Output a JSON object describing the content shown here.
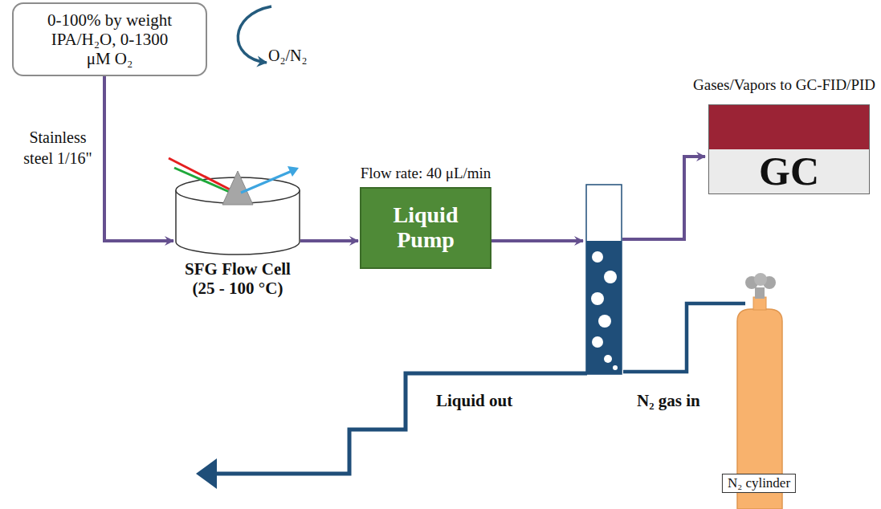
{
  "diagram": {
    "nodes": [
      {
        "text": [
          "0-100% by weight IPA/H₂O, 0-1300 μM O₂"
        ]
      },
      {
        "text": [
          "SFG Flow Cell (25 - 100 °C)"
        ]
      },
      {
        "text": [
          "Flow rate: 40 μL/min",
          "Liquid Pump"
        ]
      },
      {
        "text": [
          "Gases/Vapors to GC-FID/PID",
          "GC"
        ]
      },
      {
        "text": [
          "N₂ cylinder"
        ]
      }
    ],
    "edges": [
      {
        "from": 0,
        "to": 1,
        "arrow": "to"
      },
      {
        "from": 1,
        "to": 2,
        "arrow": "to"
      }
    ],
    "labels": [
      "Stainless steel 1/16\"",
      "O₂/N₂",
      "Liquid out",
      "N₂ gas in"
    ]
  }
}
